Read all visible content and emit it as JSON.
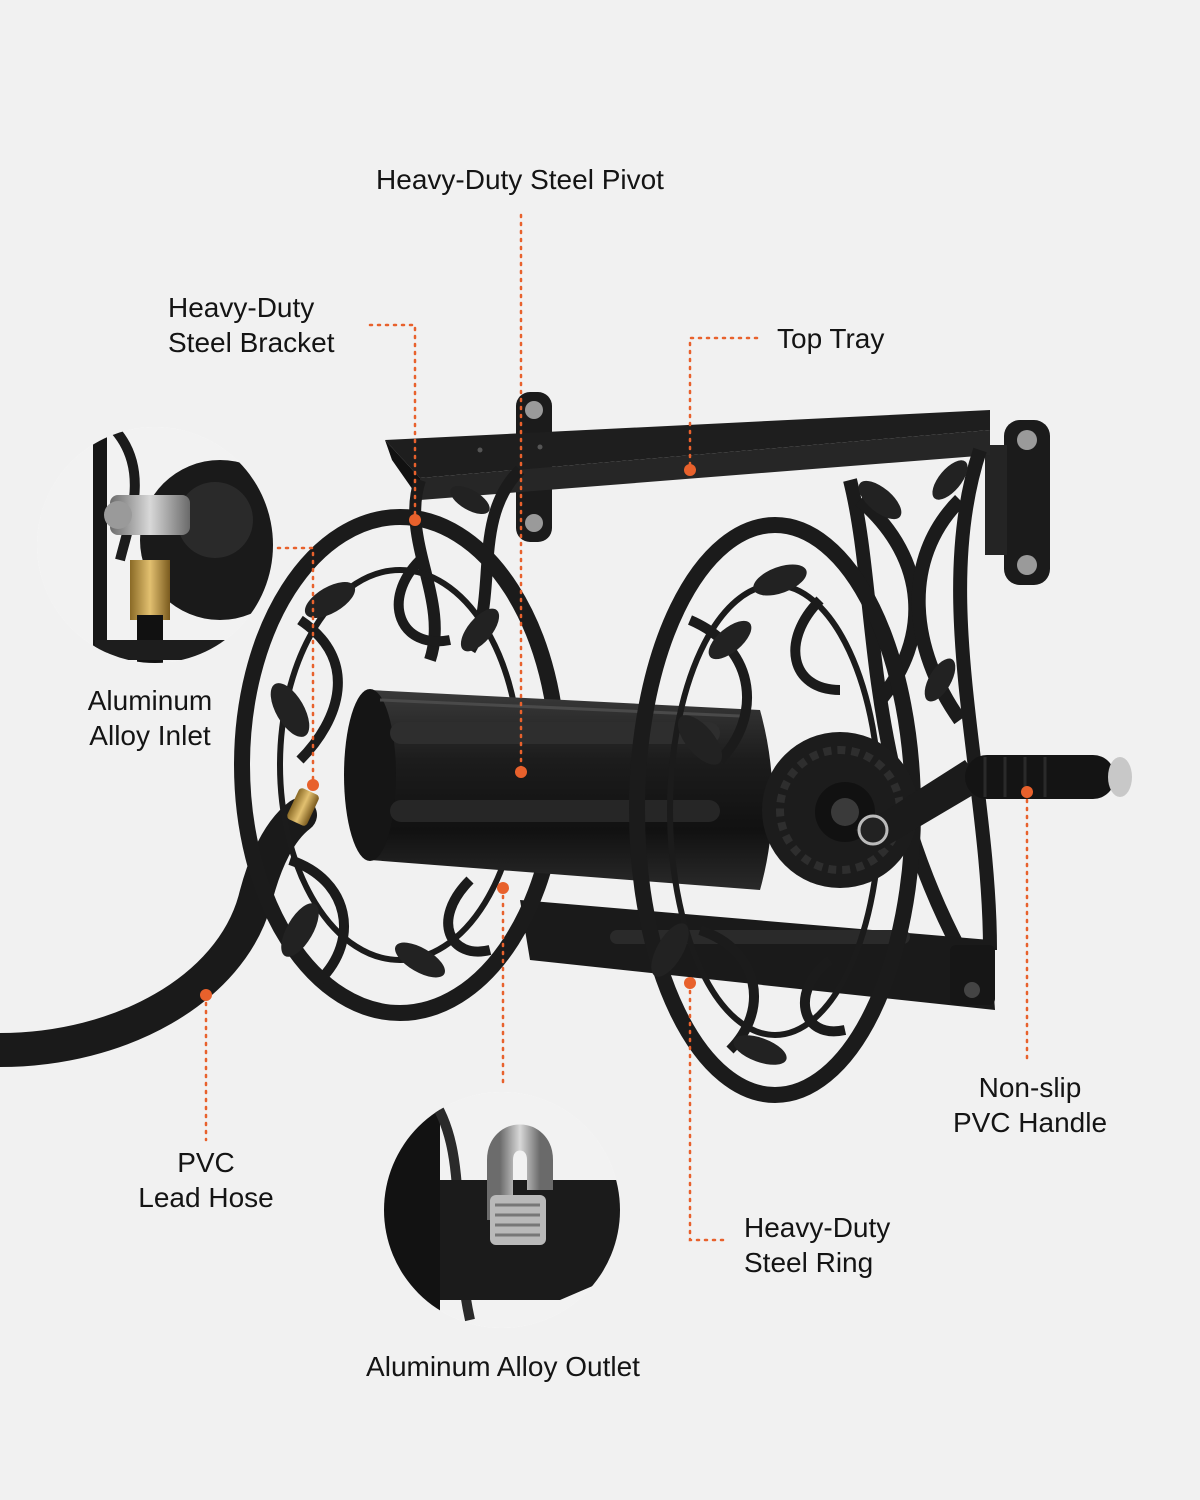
{
  "callouts": {
    "pivot": {
      "lines": [
        "Heavy-Duty Steel Pivot"
      ]
    },
    "bracket": {
      "lines": [
        "Heavy-Duty",
        "Steel Bracket"
      ]
    },
    "tray": {
      "lines": [
        "Top Tray"
      ]
    },
    "inlet": {
      "lines": [
        "Aluminum",
        "Alloy Inlet"
      ]
    },
    "handle": {
      "lines": [
        "Non-slip",
        "PVC Handle"
      ]
    },
    "lead_hose": {
      "lines": [
        "PVC",
        "Lead Hose"
      ]
    },
    "ring": {
      "lines": [
        "Heavy-Duty",
        "Steel Ring"
      ]
    },
    "outlet": {
      "lines": [
        "Aluminum Alloy Outlet"
      ]
    }
  },
  "colors": {
    "background": "#f1f1f1",
    "accent": "#e8612c",
    "metal": "#1b1b1b",
    "text": "#141414"
  }
}
